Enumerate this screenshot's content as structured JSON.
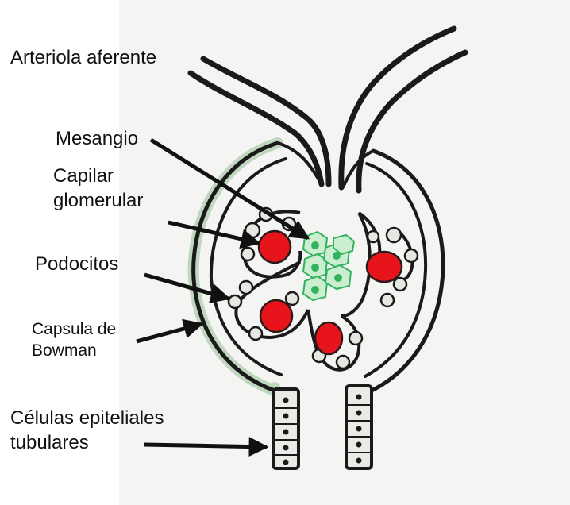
{
  "labels": {
    "arteriola": "Arteriola aferente",
    "mesangio": "Mesangio",
    "capilar_1": "Capilar",
    "capilar_2": "glomerular",
    "podocitos": "Podocitos",
    "capsula_1": "Capsula de",
    "capsula_2": "Bowman",
    "celulas_1": "Células epiteliales",
    "celulas_2": "tubulares"
  },
  "colors": {
    "outline": "#1a1a1a",
    "erythrocyte": "#e8141b",
    "mesangial_cell": "#31b35e",
    "mesangial_fill": "#cbeed0",
    "capsule_tint": "#a9c9a8",
    "paper": "#f4f4f2"
  }
}
